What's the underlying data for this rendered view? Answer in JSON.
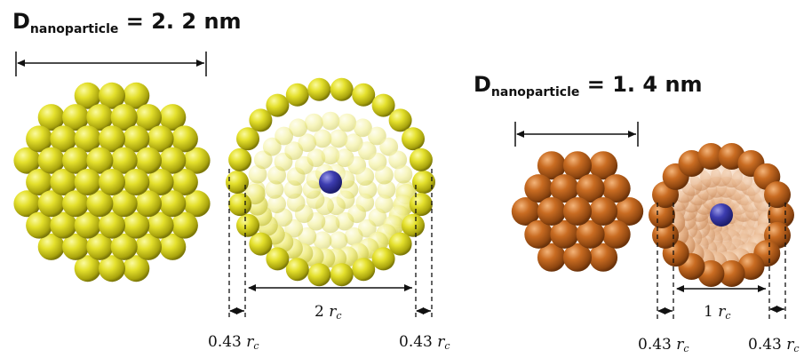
{
  "titles": {
    "large": {
      "base": "D",
      "sub": "nanoparticle",
      "value": "= 2. 2 nm"
    },
    "small": {
      "base": "D",
      "sub": "nanoparticle",
      "value": "= 1. 4 nm"
    }
  },
  "labels": {
    "large_inner": {
      "num": "2",
      "sym": "r",
      "sub": "c"
    },
    "large_left_shell": {
      "num": "0.43",
      "sym": "r",
      "sub": "c"
    },
    "large_right_shell": {
      "num": "0.43",
      "sym": "r",
      "sub": "c"
    },
    "small_inner": {
      "num": "1",
      "sym": "r",
      "sub": "c"
    },
    "small_left_shell": {
      "num": "0.43",
      "sym": "r",
      "sub": "c"
    },
    "small_right_shell": {
      "num": "0.43",
      "sym": "r",
      "sub": "c"
    }
  },
  "colors": {
    "gold_atom": "#d6d21c",
    "copper_atom": "#c46a1e",
    "center_atom": "#3a3aa6"
  }
}
